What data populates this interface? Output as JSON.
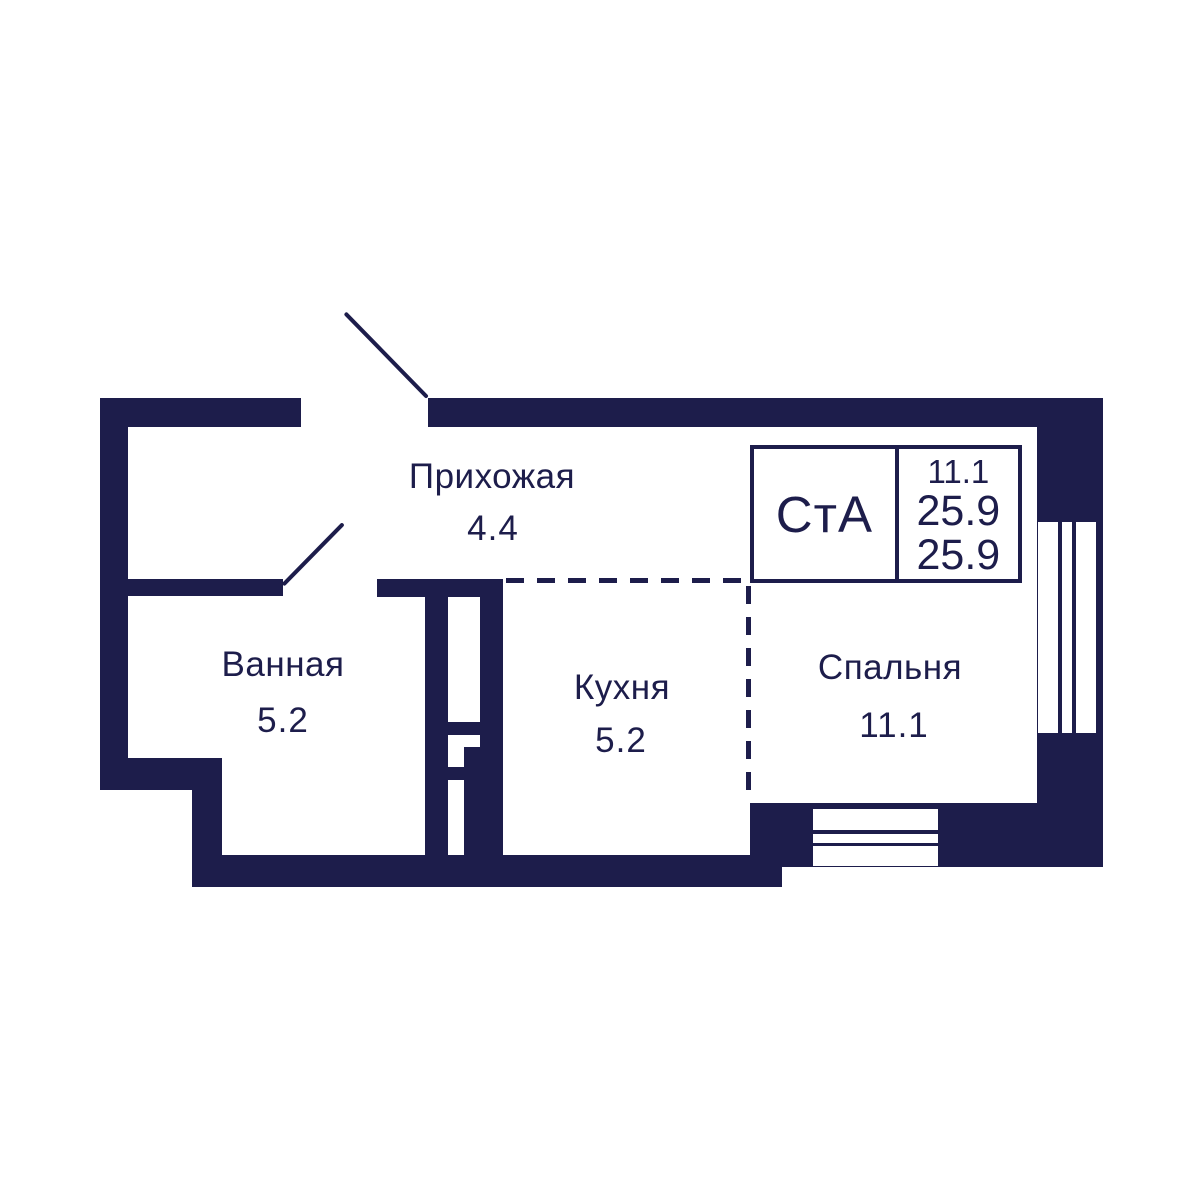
{
  "title_block": {
    "type_label": "СтА",
    "values": [
      "11.1",
      "25.9",
      "25.9"
    ]
  },
  "rooms": {
    "hallway": {
      "name": "Прихожая",
      "area": "4.4"
    },
    "bathroom": {
      "name": "Ванная",
      "area": "5.2"
    },
    "kitchen": {
      "name": "Кухня",
      "area": "5.2"
    },
    "bedroom": {
      "name": "Спальня",
      "area": "11.1"
    }
  },
  "colors": {
    "ink": "#1d1d4b",
    "bg": "#ffffff"
  }
}
